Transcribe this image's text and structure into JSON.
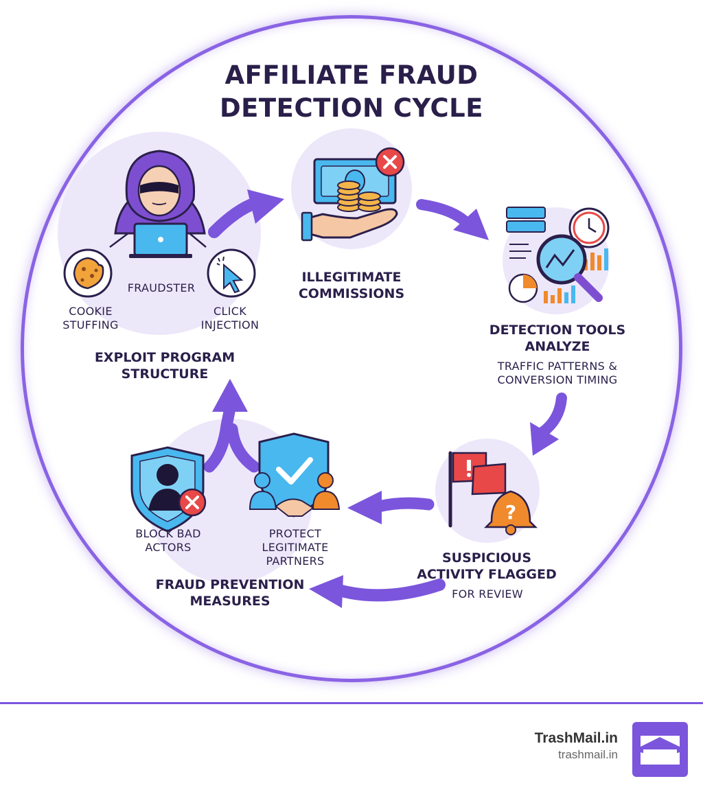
{
  "title": {
    "line1": "AFFILIATE FRAUD",
    "line2": "DETECTION CYCLE"
  },
  "stages": {
    "exploit": {
      "title_line1": "EXPLOIT PROGRAM",
      "title_line2": "STRUCTURE",
      "center": "FRAUDSTER",
      "left_line1": "COOKIE",
      "left_line2": "STUFFING",
      "right_line1": "CLICK",
      "right_line2": "INJECTION"
    },
    "commissions": {
      "title_line1": "ILLEGITIMATE",
      "title_line2": "COMMISSIONS"
    },
    "detection": {
      "title_line1": "DETECTION TOOLS",
      "title_line2": "ANALYZE",
      "sub_line1": "TRAFFIC PATTERNS &",
      "sub_line2": "CONVERSION TIMING"
    },
    "flagged": {
      "title_line1": "SUSPICIOUS",
      "title_line2": "ACTIVITY FLAGGED",
      "sub": "FOR REVIEW"
    },
    "prevention": {
      "title_line1": "FRAUD PREVENTION",
      "title_line2": "MEASURES",
      "left_line1": "BLOCK BAD",
      "left_line2": "ACTORS",
      "right_line1": "PROTECT",
      "right_line2": "LEGITIMATE",
      "right_line3": "PARTNERS"
    }
  },
  "brand": {
    "name": "TrashMail.in",
    "url": "trashmail.in"
  },
  "colors": {
    "accent": "#7b55dc",
    "ring": "#8a63e4",
    "text": "#2a1f4a",
    "blob": "#ede7fa"
  },
  "icons": [
    "hacker-icon",
    "laptop-icon",
    "cookie-icon",
    "cursor-icon",
    "money-hand-icon",
    "reject-icon",
    "analytics-icon",
    "magnifier-icon",
    "clock-icon",
    "flag-icon",
    "bell-icon",
    "shield-block-icon",
    "shield-check-icon",
    "handshake-icon",
    "envelope-logo-icon"
  ]
}
